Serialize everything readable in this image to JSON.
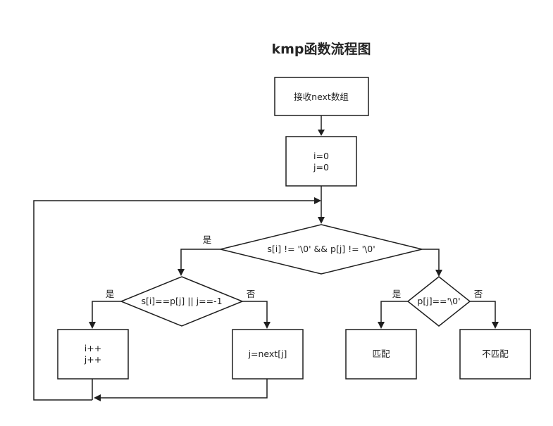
{
  "title": "kmp函数流程图",
  "nodes": {
    "receive_next": {
      "label": "接收next数组"
    },
    "init": {
      "label_line1": "i=0",
      "label_line2": "j=0"
    },
    "loop_cond": {
      "label": "s[i] != '\\0' && p[j] != '\\0'"
    },
    "match_cond": {
      "label": "s[i]==p[j] || j==-1"
    },
    "end_cond": {
      "label": "p[j]=='\\0'"
    },
    "increment": {
      "label_line1": "i++",
      "label_line2": "j++"
    },
    "jump_next": {
      "label": "j=next[j]"
    },
    "matched": {
      "label": "匹配"
    },
    "not_matched": {
      "label": "不匹配"
    }
  },
  "edge_labels": {
    "loop_yes": "是",
    "match_yes": "是",
    "match_no": "否",
    "end_yes": "是",
    "end_no": "否"
  }
}
